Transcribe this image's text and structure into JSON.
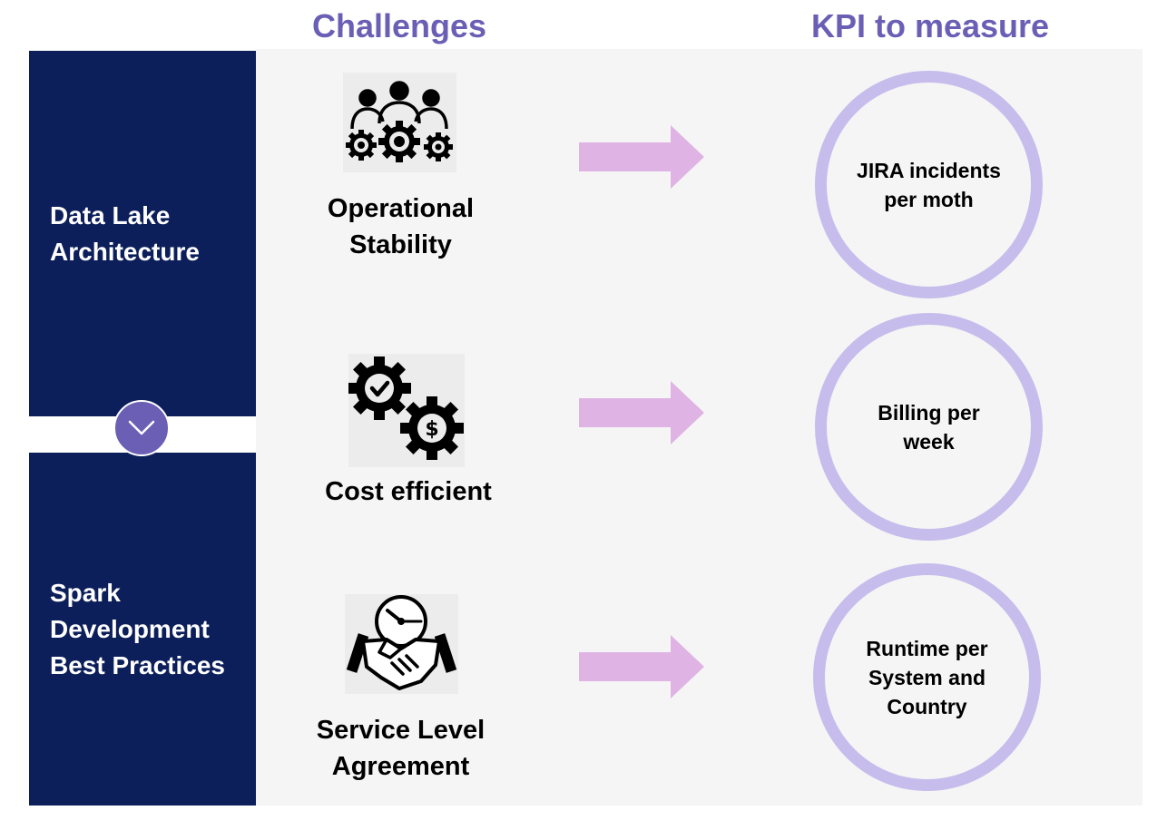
{
  "headings": {
    "challenges": "Challenges",
    "kpi": "KPI to measure"
  },
  "sidebar": {
    "top_label": [
      "Data Lake",
      "Architecture"
    ],
    "bottom_label": [
      "Spark",
      "Development",
      "Best Practices"
    ],
    "badge_icon": "chevron-down-icon"
  },
  "challenges": [
    {
      "icon": "people-gears-icon",
      "label": [
        "Operational",
        "Stability"
      ]
    },
    {
      "icon": "gear-checkmark-dollar-icon",
      "label": [
        "Cost efficient"
      ]
    },
    {
      "icon": "clock-handshake-icon",
      "label": [
        "Service Level",
        "Agreement"
      ]
    }
  ],
  "kpis": [
    {
      "label": [
        "JIRA incidents",
        "per moth"
      ]
    },
    {
      "label": [
        "Billing per",
        "week"
      ]
    },
    {
      "label": [
        "Runtime per",
        "System and",
        "Country"
      ]
    }
  ],
  "colors": {
    "navy": "#0c1f5a",
    "heading_purple": "#6a5fb5",
    "arrow_pink": "#dfb4e4",
    "ring_lavender": "#c6bdec",
    "panel_gray": "#f5f5f5"
  }
}
